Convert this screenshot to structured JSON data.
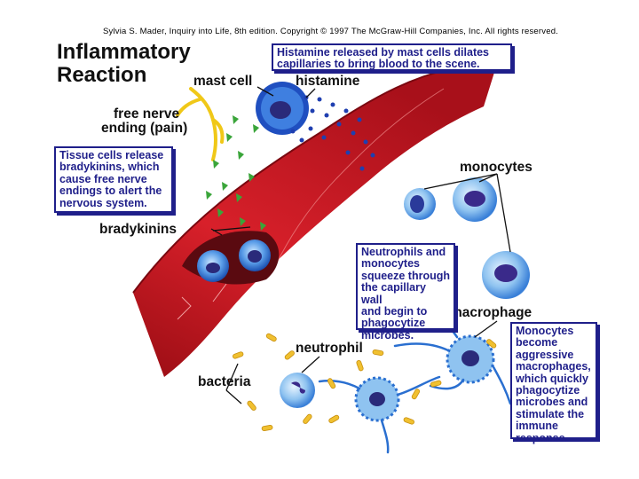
{
  "copyright": "Sylvia S. Mader, Inquiry into Life, 8th edition. Copyright © 1997 The McGraw-Hill Companies, Inc. All rights reserved.",
  "title_line1": "Inflammatory",
  "title_line2": "Reaction",
  "labels": {
    "mast_cell": "mast cell",
    "histamine": "histamine",
    "free_nerve_1": "free nerve",
    "free_nerve_2": "ending (pain)",
    "monocytes": "monocytes",
    "bradykinins": "bradykinins",
    "macrophage": "macrophage",
    "neutrophil": "neutrophil",
    "bacteria": "bacteria"
  },
  "boxes": {
    "histamine_box": "Histamine released by mast cells dilates\ncapillaries to bring blood to the scene.",
    "tissue_box": "Tissue cells release\nbradykinins, which\ncause free nerve\nendings to alert the\nnervous system.",
    "neutrophils_box": "Neutrophils and\nmonocytes\nsqueeze through\nthe capillary wall\nand begin to\nphagocytize\nmicrobes.",
    "monocytes_box": "Monocytes\nbecome\naggressive\nmacrophages,\nwhich quickly\nphagocytize\nmicrobes and\nstimulate the\nimmune\nresponse."
  },
  "colors": {
    "capillary": "#c8141c",
    "capillary_dark": "#8a0a10",
    "cell_blue": "#2a6fd0",
    "cell_light": "#8fc3f0",
    "nucleus": "#3a2a8a",
    "bradykinin": "#3aa53a",
    "bacteria": "#f0c030",
    "nerve": "#f0c818",
    "box_border": "#1f1f8a"
  }
}
